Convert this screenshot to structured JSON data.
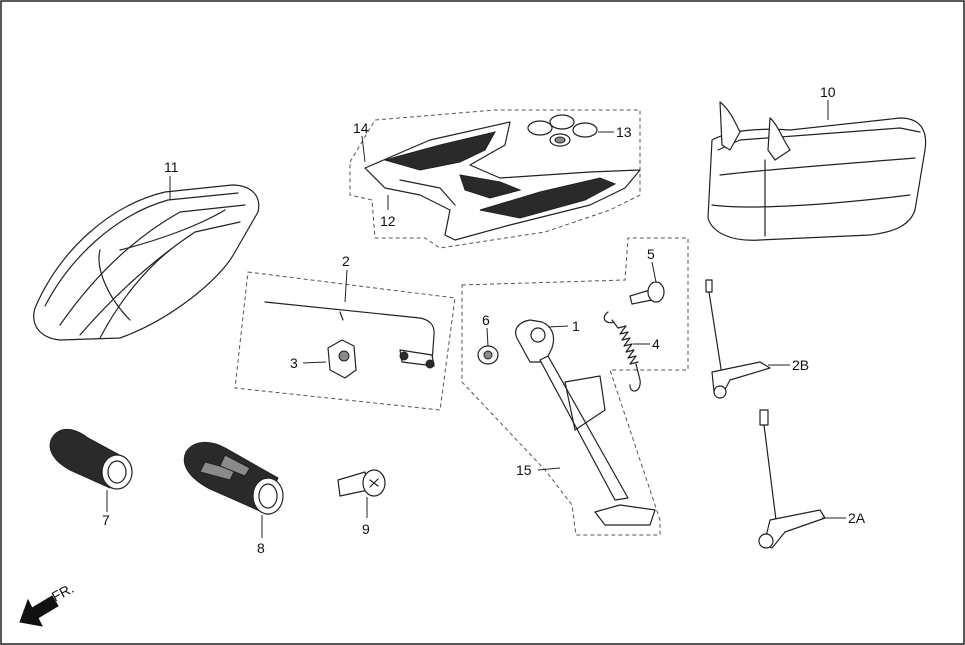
{
  "callouts": {
    "c1": "1",
    "c2": "2",
    "c3": "3",
    "c4": "4",
    "c5": "5",
    "c6": "6",
    "c7": "7",
    "c8": "8",
    "c9": "9",
    "c10": "10",
    "c11": "11",
    "c12": "12",
    "c13": "13",
    "c14": "14",
    "c15": "15",
    "c2a": "2A",
    "c2b": "2B"
  },
  "direction": {
    "label": "FR.",
    "icon": "front-arrow-icon"
  },
  "colors": {
    "line": "#222222",
    "background": "#ffffff"
  }
}
